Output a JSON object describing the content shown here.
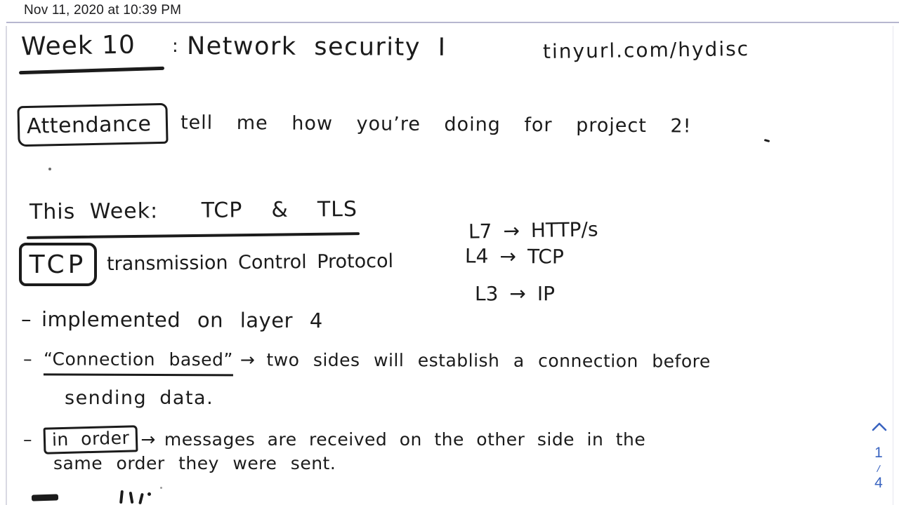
{
  "header": {
    "timestamp": "Nov 11, 2020 at 10:39 PM"
  },
  "note": {
    "week_label": "Week 10",
    "week_colon": ":",
    "week_title": "Network security I",
    "url": "tinyurl.com/hydisc",
    "attendance_label": "Attendance",
    "attendance_note": "tell me how you’re doing for project 2!",
    "week_topic": "This Week:   TCP  &  TLS",
    "tcp_label": "TCP",
    "tcp_expansion": "transmission Control Protocol",
    "layers": [
      {
        "name": "L7",
        "arrow": "→",
        "proto": "HTTP/s"
      },
      {
        "name": "L4",
        "arrow": "→",
        "proto": "TCP"
      },
      {
        "name": "L3",
        "arrow": "→",
        "proto": "IP"
      }
    ],
    "dash": "–",
    "bullets": {
      "implemented": "implemented on layer 4",
      "connection_quoted": "“Connection based”",
      "connection_arrow": "→",
      "connection_text": "two sides will establish a connection before",
      "connection_text2": "sending data.",
      "inorder_boxed": "in order",
      "inorder_arrow": "→",
      "inorder_text": "messages are received on the other side in the",
      "inorder_text2": "same order they were sent."
    }
  },
  "pager": {
    "current": "1",
    "separator": "/",
    "total": "4"
  },
  "icons": {
    "page_up": "chevron-up"
  },
  "colors": {
    "ink": "#1b1b1b",
    "accent_blue": "#3a64c0",
    "header_border": "#b6b6cf",
    "page_edge": "#d9d9e3"
  }
}
